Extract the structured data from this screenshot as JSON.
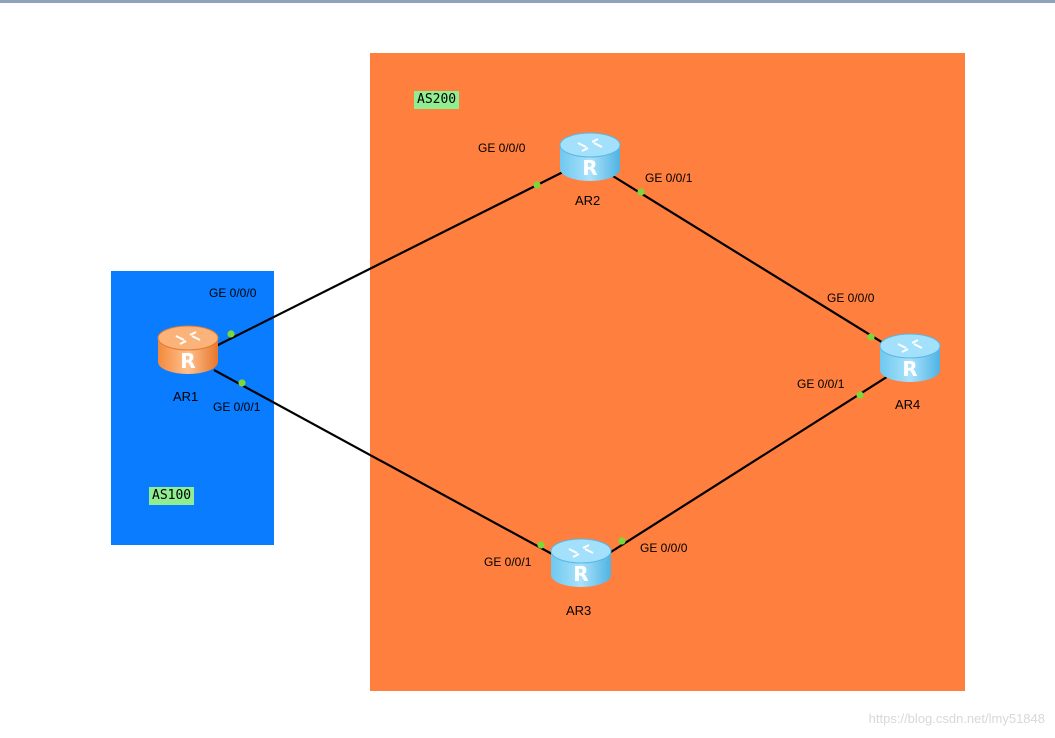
{
  "areas": {
    "as100": {
      "label": "AS100",
      "color": "#0a7cff",
      "label_bg": "#90ee90"
    },
    "as200": {
      "label": "AS200",
      "color": "#ff7f3f",
      "label_bg": "#90ee90"
    }
  },
  "routers": {
    "ar1": {
      "label": "AR1",
      "color": "orange"
    },
    "ar2": {
      "label": "AR2",
      "color": "light-blue"
    },
    "ar3": {
      "label": "AR3",
      "color": "light-blue"
    },
    "ar4": {
      "label": "AR4",
      "color": "light-blue"
    }
  },
  "ports": {
    "ar1_ge000": "GE 0/0/0",
    "ar1_ge001": "GE 0/0/1",
    "ar2_ge000": "GE 0/0/0",
    "ar2_ge001": "GE 0/0/1",
    "ar3_ge001": "GE 0/0/1",
    "ar3_ge000": "GE 0/0/0",
    "ar4_ge000": "GE 0/0/0",
    "ar4_ge001": "GE 0/0/1"
  },
  "links": [
    {
      "from": "AR1 GE 0/0/0",
      "to": "AR2 GE 0/0/0"
    },
    {
      "from": "AR1 GE 0/0/1",
      "to": "AR3 GE 0/0/1"
    },
    {
      "from": "AR2 GE 0/0/1",
      "to": "AR4 GE 0/0/0"
    },
    {
      "from": "AR3 GE 0/0/0",
      "to": "AR4 GE 0/0/1"
    }
  ],
  "port_dot_color": "#7dd63a",
  "watermark": "https://blog.csdn.net/lmy51848"
}
